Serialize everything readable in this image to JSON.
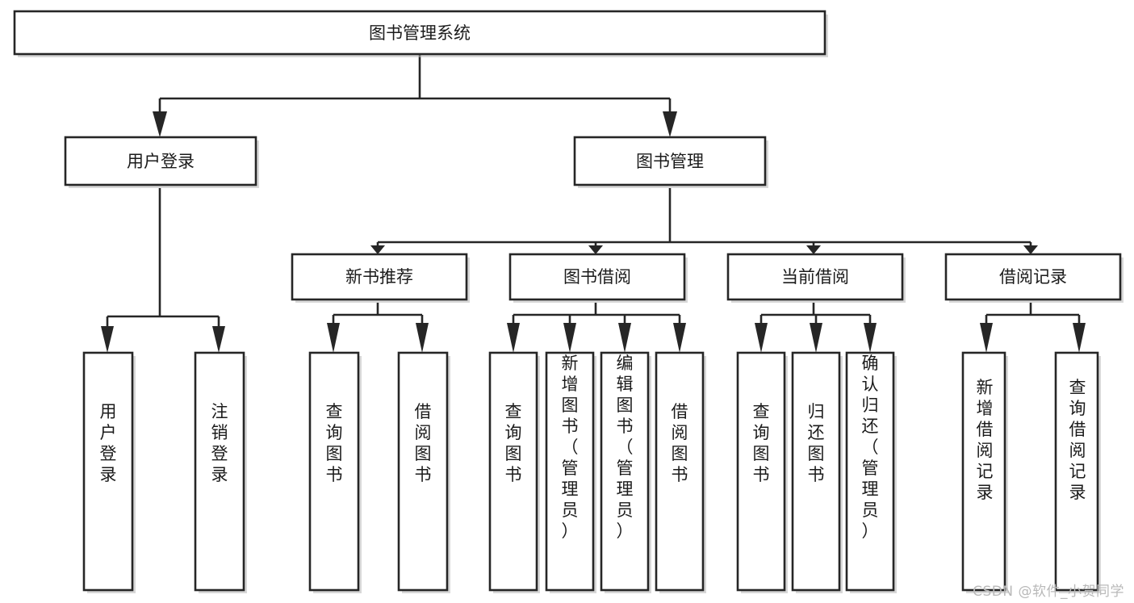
{
  "diagram": {
    "type": "tree",
    "title": "图书管理系统",
    "watermark": "CSDN @软件_小贺同学",
    "colors": {
      "stroke": "#262626",
      "fill": "#ffffff",
      "shadow": "#b8b8b8",
      "text": "#1b1b1b",
      "watermark": "#b9b9b9"
    },
    "levels": {
      "root": "图书管理系统",
      "level2": [
        "用户登录",
        "图书管理"
      ],
      "level3": [
        "新书推荐",
        "图书借阅",
        "当前借阅",
        "借阅记录"
      ]
    },
    "nodes": {
      "root": {
        "label": "图书管理系统",
        "orientation": "horizontal"
      },
      "user_login": {
        "label": "用户登录",
        "orientation": "horizontal"
      },
      "book_manage": {
        "label": "图书管理",
        "orientation": "horizontal"
      },
      "new_book_rec": {
        "label": "新书推荐",
        "orientation": "horizontal"
      },
      "book_borrow": {
        "label": "图书借阅",
        "orientation": "horizontal"
      },
      "current_borrow": {
        "label": "当前借阅",
        "orientation": "horizontal"
      },
      "borrow_record": {
        "label": "借阅记录",
        "orientation": "horizontal"
      },
      "leaf_user_login": {
        "label": "用户登录",
        "orientation": "vertical"
      },
      "leaf_logout": {
        "label": "注销登录",
        "orientation": "vertical"
      },
      "leaf_query_book_1": {
        "label": "查询图书",
        "orientation": "vertical"
      },
      "leaf_borrow_book_1": {
        "label": "借阅图书",
        "orientation": "vertical"
      },
      "leaf_query_book_2": {
        "label": "查询图书",
        "orientation": "vertical"
      },
      "leaf_add_book": {
        "label": "新增图书（管理员）",
        "orientation": "vertical"
      },
      "leaf_edit_book": {
        "label": "编辑图书（管理员）",
        "orientation": "vertical"
      },
      "leaf_borrow_book_2": {
        "label": "借阅图书",
        "orientation": "vertical"
      },
      "leaf_query_book_3": {
        "label": "查询图书",
        "orientation": "vertical"
      },
      "leaf_return_book": {
        "label": "归还图书",
        "orientation": "vertical"
      },
      "leaf_confirm_return": {
        "label": "确认归还（管理员）",
        "orientation": "vertical"
      },
      "leaf_add_record": {
        "label": "新增借阅记录",
        "orientation": "vertical"
      },
      "leaf_query_record": {
        "label": "查询借阅记录",
        "orientation": "vertical"
      }
    },
    "edges": [
      {
        "from": "root",
        "to": "user_login"
      },
      {
        "from": "root",
        "to": "book_manage"
      },
      {
        "from": "book_manage",
        "to": "new_book_rec"
      },
      {
        "from": "book_manage",
        "to": "book_borrow"
      },
      {
        "from": "book_manage",
        "to": "current_borrow"
      },
      {
        "from": "book_manage",
        "to": "borrow_record"
      },
      {
        "from": "user_login",
        "to": "leaf_user_login"
      },
      {
        "from": "user_login",
        "to": "leaf_logout"
      },
      {
        "from": "new_book_rec",
        "to": "leaf_query_book_1"
      },
      {
        "from": "new_book_rec",
        "to": "leaf_borrow_book_1"
      },
      {
        "from": "book_borrow",
        "to": "leaf_query_book_2"
      },
      {
        "from": "book_borrow",
        "to": "leaf_add_book"
      },
      {
        "from": "book_borrow",
        "to": "leaf_edit_book"
      },
      {
        "from": "book_borrow",
        "to": "leaf_borrow_book_2"
      },
      {
        "from": "current_borrow",
        "to": "leaf_query_book_3"
      },
      {
        "from": "current_borrow",
        "to": "leaf_return_book"
      },
      {
        "from": "current_borrow",
        "to": "leaf_confirm_return"
      },
      {
        "from": "borrow_record",
        "to": "leaf_add_record"
      },
      {
        "from": "borrow_record",
        "to": "leaf_query_record"
      }
    ]
  }
}
